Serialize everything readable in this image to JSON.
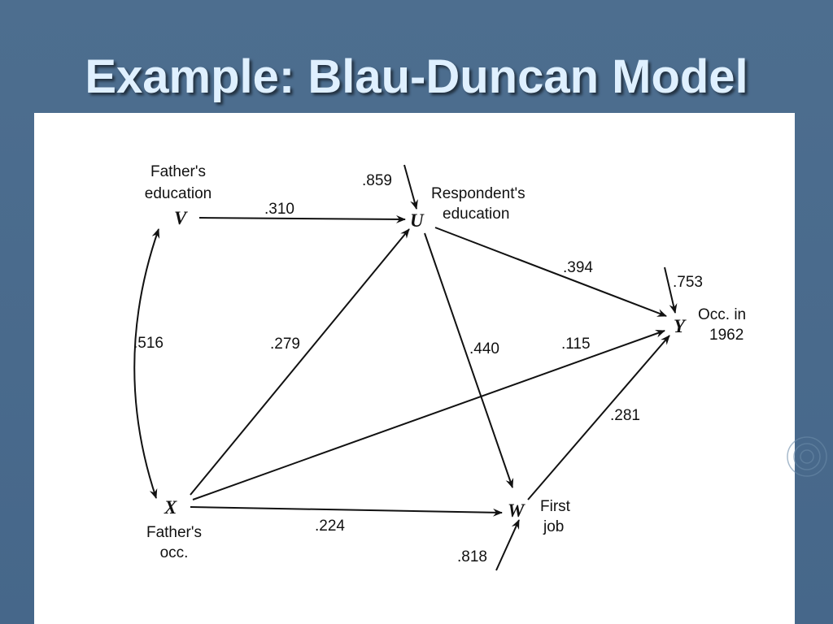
{
  "slide": {
    "title": "Example: Blau-Duncan Model",
    "colors": {
      "background": "#4a6b8c",
      "title": "#dff0ff",
      "figure": "#ffffff"
    }
  },
  "diagram": {
    "nodes": {
      "V": {
        "symbol": "V",
        "label_line1": "Father's",
        "label_line2": "education"
      },
      "U": {
        "symbol": "U",
        "label_line1": "Respondent's",
        "label_line2": "education"
      },
      "Y": {
        "symbol": "Y",
        "label_line1": "Occ. in",
        "label_line2": "1962"
      },
      "X": {
        "symbol": "X",
        "label_line1": "Father's",
        "label_line2": "occ."
      },
      "W": {
        "symbol": "W",
        "label_line1": "First",
        "label_line2": "job"
      }
    },
    "paths": {
      "v_u": ".310",
      "v_x": ".516",
      "x_u": ".279",
      "u_y": ".394",
      "u_w": ".440",
      "x_y": ".115",
      "w_y": ".281",
      "x_w": ".224"
    },
    "residuals": {
      "u": ".859",
      "y": ".753",
      "w": ".818"
    }
  }
}
